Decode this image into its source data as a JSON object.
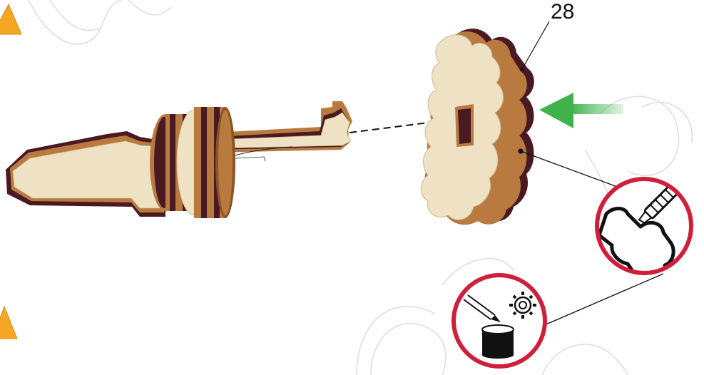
{
  "diagram": {
    "part_number": "28",
    "arrow_color": "#3fb34a",
    "callout_ring_color": "#cf1f3a",
    "warning_color": "#f5a623",
    "wood_light": "#efe2c4",
    "wood_dark": "#b87a3e",
    "veneer_dark": "#4a1a22"
  },
  "callouts": [
    {
      "name": "trim-callout",
      "icon": "utility-knife-gear-icon"
    },
    {
      "name": "wax-callout",
      "icon": "candle-gear-icon"
    }
  ]
}
